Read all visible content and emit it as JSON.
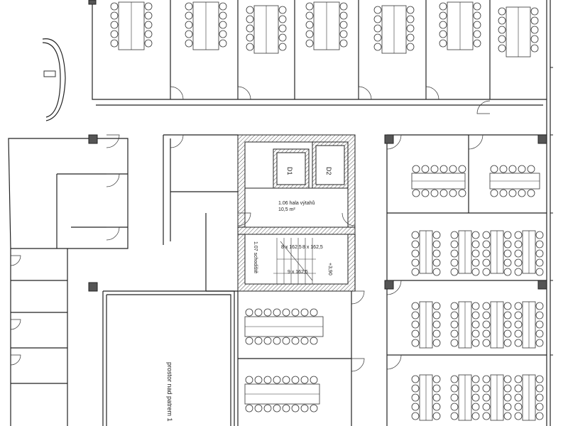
{
  "drawing": {
    "elevators": [
      "D1",
      "D2"
    ],
    "rooms": {
      "void": "prostor nad patrem 1",
      "elevator_hall": "1.06 hala výtahů",
      "elevator_hall_area": "10,5 m²",
      "staircase": "1.07 schodiště",
      "stair_flights": [
        "8 x 162,5",
        "8 x 162,5",
        "9 x 162,5"
      ],
      "level_mark": "+3,90"
    },
    "colors": {
      "line": "#222222",
      "background": "#ffffff"
    }
  }
}
